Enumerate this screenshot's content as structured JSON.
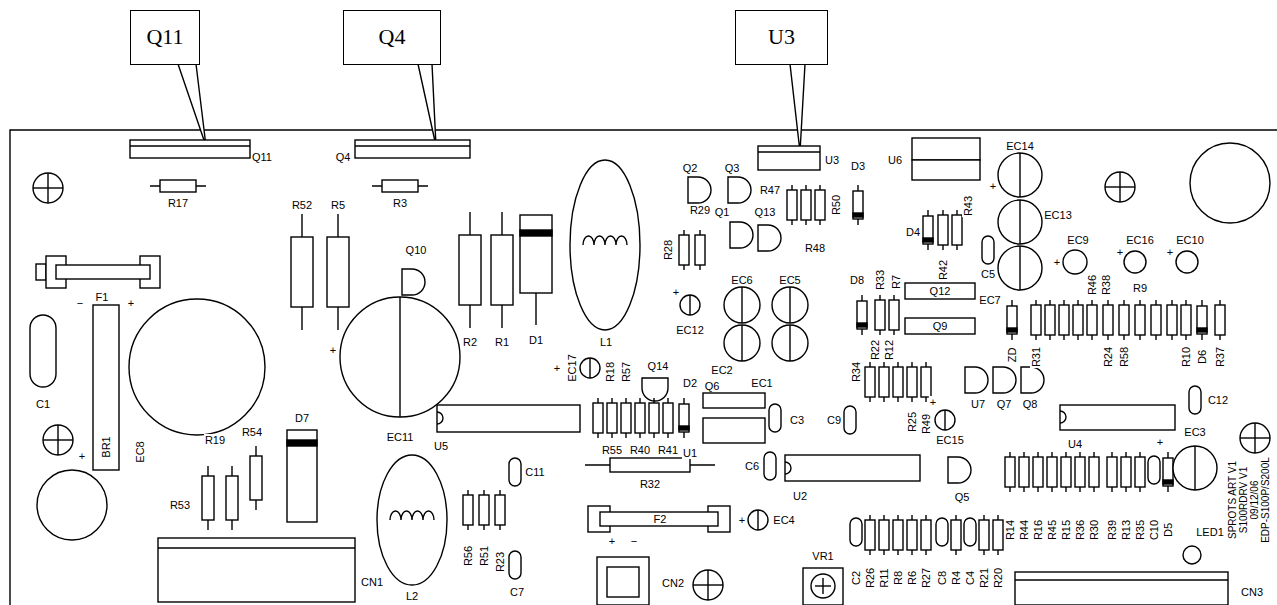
{
  "diagram": {
    "nodes": [
      {
        "text": [
          "Q11"
        ]
      },
      {
        "text": [
          "Q4"
        ]
      },
      {
        "text": [
          "U3"
        ]
      }
    ],
    "labels": [
      "Q11",
      "R17",
      "Q4",
      "R3",
      "U3",
      "U6",
      "F1",
      "−",
      "C1",
      "+",
      "BR1",
      "EC8",
      "+",
      "R53",
      "R19",
      "R54",
      "D7",
      "CN1",
      "L2",
      "R52",
      "R5",
      "Q10",
      "+",
      "EC11",
      "R2",
      "R1",
      "D1",
      "L1",
      "U5",
      "R56",
      "R51",
      "R23",
      "C11",
      "C7",
      "Q2",
      "Q3",
      "R29",
      "R28",
      "Q1",
      "Q13",
      "R47",
      "R48",
      "R50",
      "D3",
      "EC14",
      "+",
      "D4",
      "R43",
      "R42",
      "C5",
      "EC13",
      "EC9",
      "+",
      "EC7",
      "EC16",
      "+",
      "EC10",
      "+",
      "R46",
      "R38",
      "R9",
      "ZD",
      "R31",
      "R24",
      "R58",
      "R10",
      "D6",
      "R37",
      "D8",
      "R33",
      "R7",
      "Q12",
      "Q9",
      "R22",
      "R12",
      "U7",
      "Q7",
      "Q8",
      "R34",
      "C9",
      "R25",
      "R49",
      "+",
      "EC15",
      "Q5",
      "U4",
      "C12",
      "C6",
      "U2",
      "EC4",
      "+",
      "R32",
      "F2",
      "+",
      "−",
      "CN2",
      "VR1",
      "Q14",
      "EC17",
      "+",
      "R18",
      "R57",
      "D2",
      "Q6",
      "EC1",
      "EC2",
      "EC6",
      "EC5",
      "EC12",
      "+",
      "R55",
      "R40",
      "R41",
      "U1",
      "C3",
      "C2",
      "R26",
      "R11",
      "R8",
      "R6",
      "R27",
      "C8",
      "R4",
      "C4",
      "R21",
      "R20",
      "R14",
      "R44",
      "R16",
      "R45",
      "R15",
      "R36",
      "R30",
      "R39",
      "R13",
      "R35",
      "C10",
      "D5",
      "LED1",
      "EC3",
      "+",
      "CN3",
      "SPROTS ART V1",
      "S100RDRV V1",
      "09/12/06",
      "EDP-S100P/S200L"
    ]
  }
}
